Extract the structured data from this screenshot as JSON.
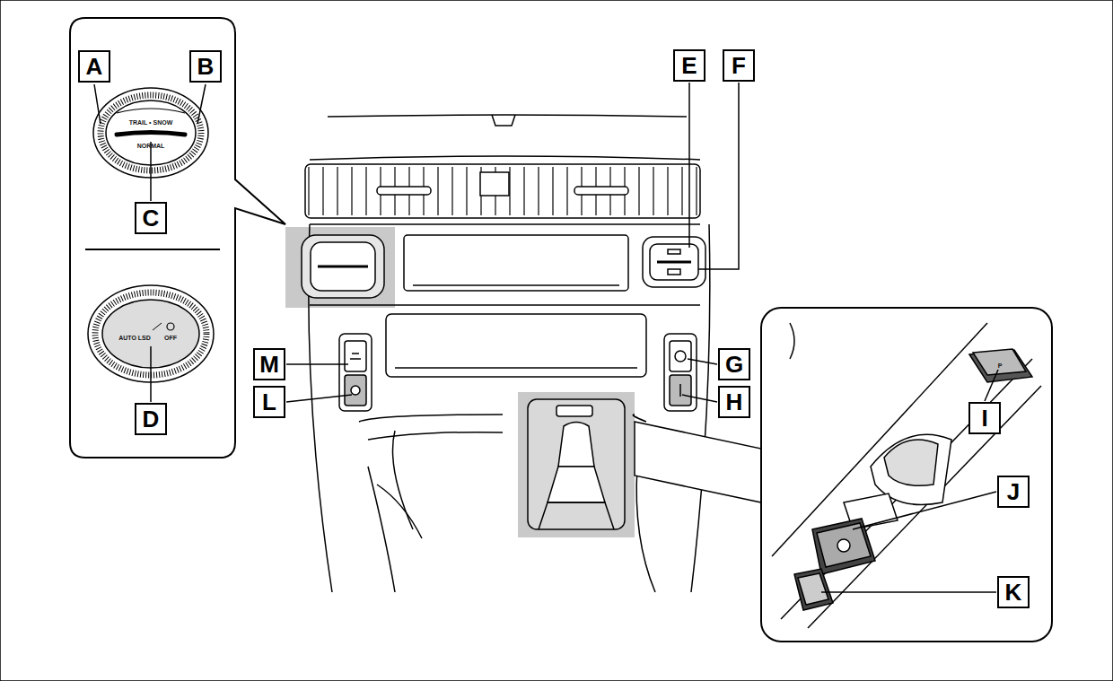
{
  "diagram": {
    "labels": [
      "A",
      "B",
      "C",
      "D",
      "E",
      "F",
      "M",
      "L",
      "G",
      "H",
      "I",
      "J",
      "K",
      "TRAIL • SNOW",
      "NORMAL",
      "AUTO LSD",
      "OFF",
      "P"
    ]
  }
}
